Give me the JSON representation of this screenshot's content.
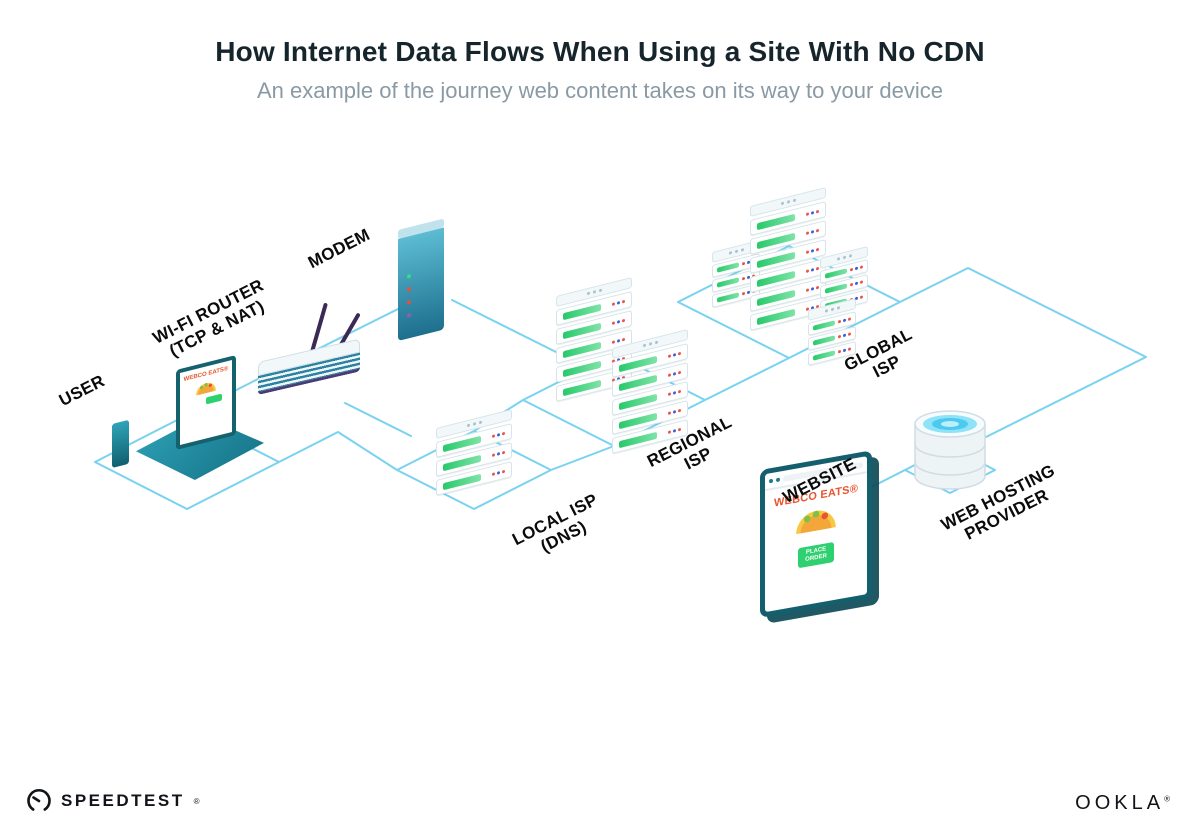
{
  "title": "How Internet Data Flows When Using a Site With No CDN",
  "subtitle": "An example of the journey web content takes on its way to your device",
  "labels": {
    "user": "USER",
    "router_line1": "WI-FI ROUTER",
    "router_line2": "(TCP & NAT)",
    "modem": "MODEM",
    "local_isp_line1": "LOCAL ISP",
    "local_isp_line2": "(DNS)",
    "regional_isp_line1": "REGIONAL",
    "regional_isp_line2": "ISP",
    "global_isp_line1": "GLOBAL",
    "global_isp_line2": "ISP",
    "hosting_line1": "WEB HOSTING",
    "hosting_line2": "PROVIDER",
    "website": "WEBSITE"
  },
  "screens": {
    "laptop_brand": "WEBCO EATS®",
    "browser_brand": "WEBCO EATS®",
    "order_button_line1": "PLACE",
    "order_button_line2": "ORDER"
  },
  "footer": {
    "speedtest": "SPEEDTEST",
    "speedtest_mark": "®",
    "ookla": "OOKLA",
    "ookla_mark": "®"
  },
  "colors": {
    "line": "#79d2f0",
    "server_green": "#2fd06f",
    "brand_red": "#e8542e",
    "device_teal": "#15616d"
  }
}
